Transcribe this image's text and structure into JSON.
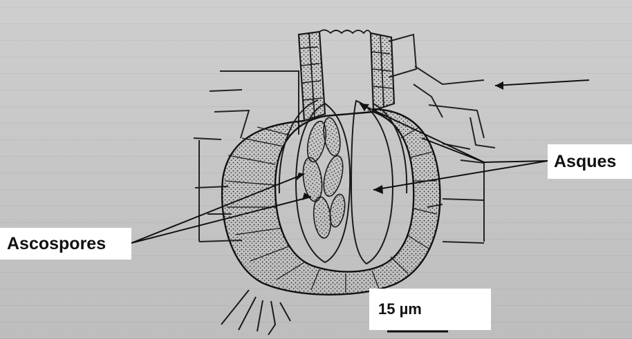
{
  "labels": {
    "asques": "Asques",
    "ascospores": "Ascospores",
    "scale_bar": "15 µm"
  },
  "colors": {
    "paper": "#c9c9c9",
    "ink": "#1a1a1a",
    "label_background": "#ffffff"
  }
}
